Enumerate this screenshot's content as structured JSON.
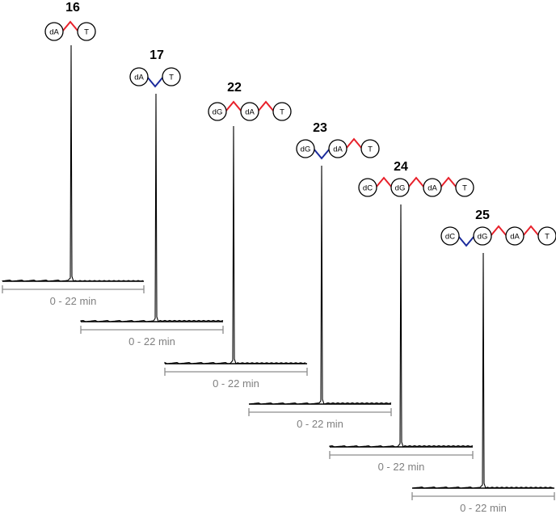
{
  "range_label": "0 - 22 min",
  "colors": {
    "linkage_red": "#e8202a",
    "linkage_blue": "#1a2a9c",
    "trace": "#000000",
    "range_bar": "#8c8c8c"
  },
  "panels": [
    {
      "compound": "16",
      "nodes": [
        "dA",
        "T"
      ],
      "linkages": [
        "red"
      ]
    },
    {
      "compound": "17",
      "nodes": [
        "dA",
        "T"
      ],
      "linkages": [
        "blue"
      ]
    },
    {
      "compound": "22",
      "nodes": [
        "dG",
        "dA",
        "T"
      ],
      "linkages": [
        "red",
        "red"
      ]
    },
    {
      "compound": "23",
      "nodes": [
        "dG",
        "dA",
        "T"
      ],
      "linkages": [
        "blue",
        "red"
      ]
    },
    {
      "compound": "24",
      "nodes": [
        "dC",
        "dG",
        "dA",
        "T"
      ],
      "linkages": [
        "red",
        "red",
        "red"
      ]
    },
    {
      "compound": "25",
      "nodes": [
        "dC",
        "dG",
        "dA",
        "T"
      ],
      "linkages": [
        "blue",
        "red",
        "red"
      ]
    }
  ]
}
